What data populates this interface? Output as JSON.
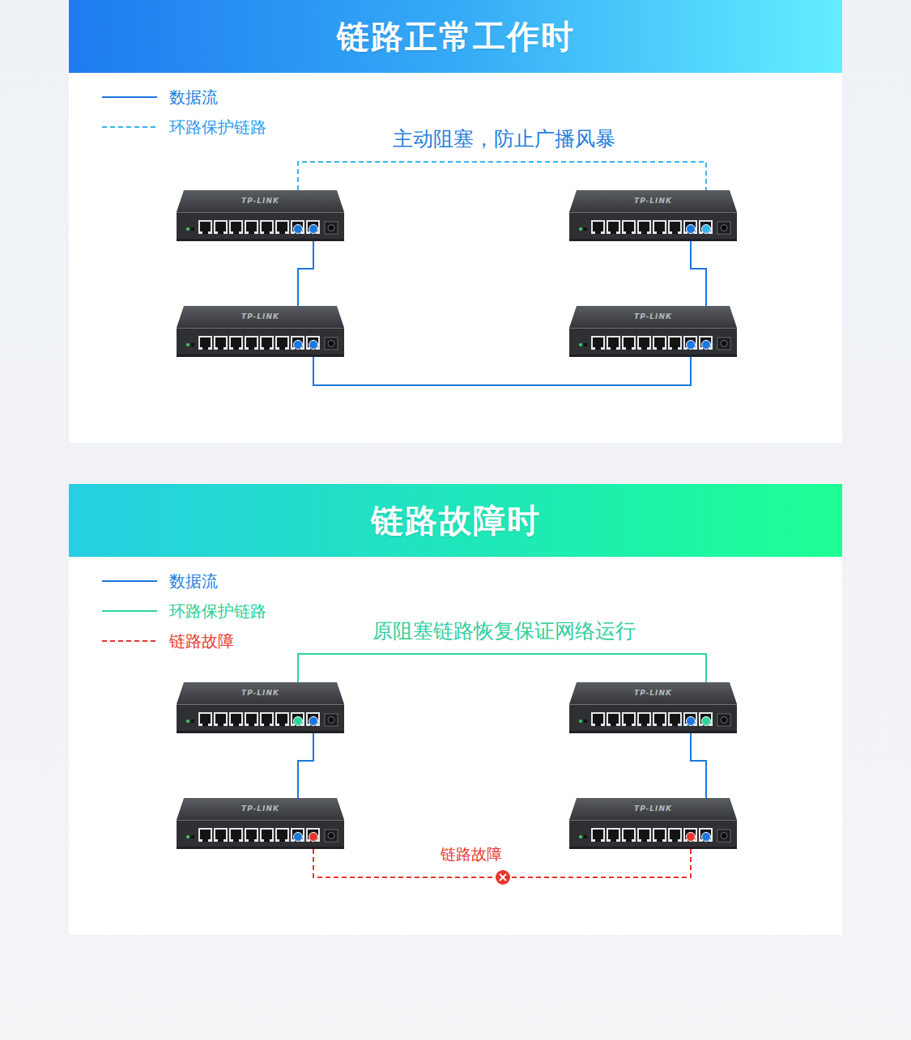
{
  "diagram": {
    "nodes": [
      {
        "text": [
          "链路正常工作时"
        ]
      },
      {
        "text": [
          "TP-LINK"
        ]
      },
      {
        "text": [
          "TP-LINK"
        ]
      },
      {
        "text": [
          "TP-LINK"
        ]
      },
      {
        "text": [
          "TP-LINK"
        ]
      },
      {
        "text": [
          "链路故障时"
        ]
      },
      {
        "text": [
          "TP-LINK"
        ]
      },
      {
        "text": [
          "TP-LINK"
        ]
      },
      {
        "text": [
          "TP-LINK"
        ]
      },
      {
        "text": [
          "TP-LINK"
        ]
      }
    ],
    "edges": [
      {
        "from": 1,
        "to": 3,
        "arrow": "none"
      },
      {
        "from": 3,
        "to": 4,
        "arrow": "none"
      },
      {
        "from": 4,
        "to": 2,
        "arrow": "none"
      },
      {
        "from": 1,
        "to": 2,
        "arrow": "none",
        "label": "主动阻塞，防止广播风暴"
      },
      {
        "from": 6,
        "to": 8,
        "arrow": "none"
      },
      {
        "from": 8,
        "to": 9,
        "arrow": "none",
        "label": "链路故障"
      },
      {
        "from": 9,
        "to": 7,
        "arrow": "none"
      },
      {
        "from": 6,
        "to": 7,
        "arrow": "none",
        "label": "原阻塞链路恢复保证网络运行"
      }
    ],
    "legend": [
      {
        "text": "数据流"
      },
      {
        "text": "环路保护链路"
      },
      {
        "text": "数据流"
      },
      {
        "text": "环路保护链路"
      },
      {
        "text": "链路故障"
      }
    ]
  }
}
